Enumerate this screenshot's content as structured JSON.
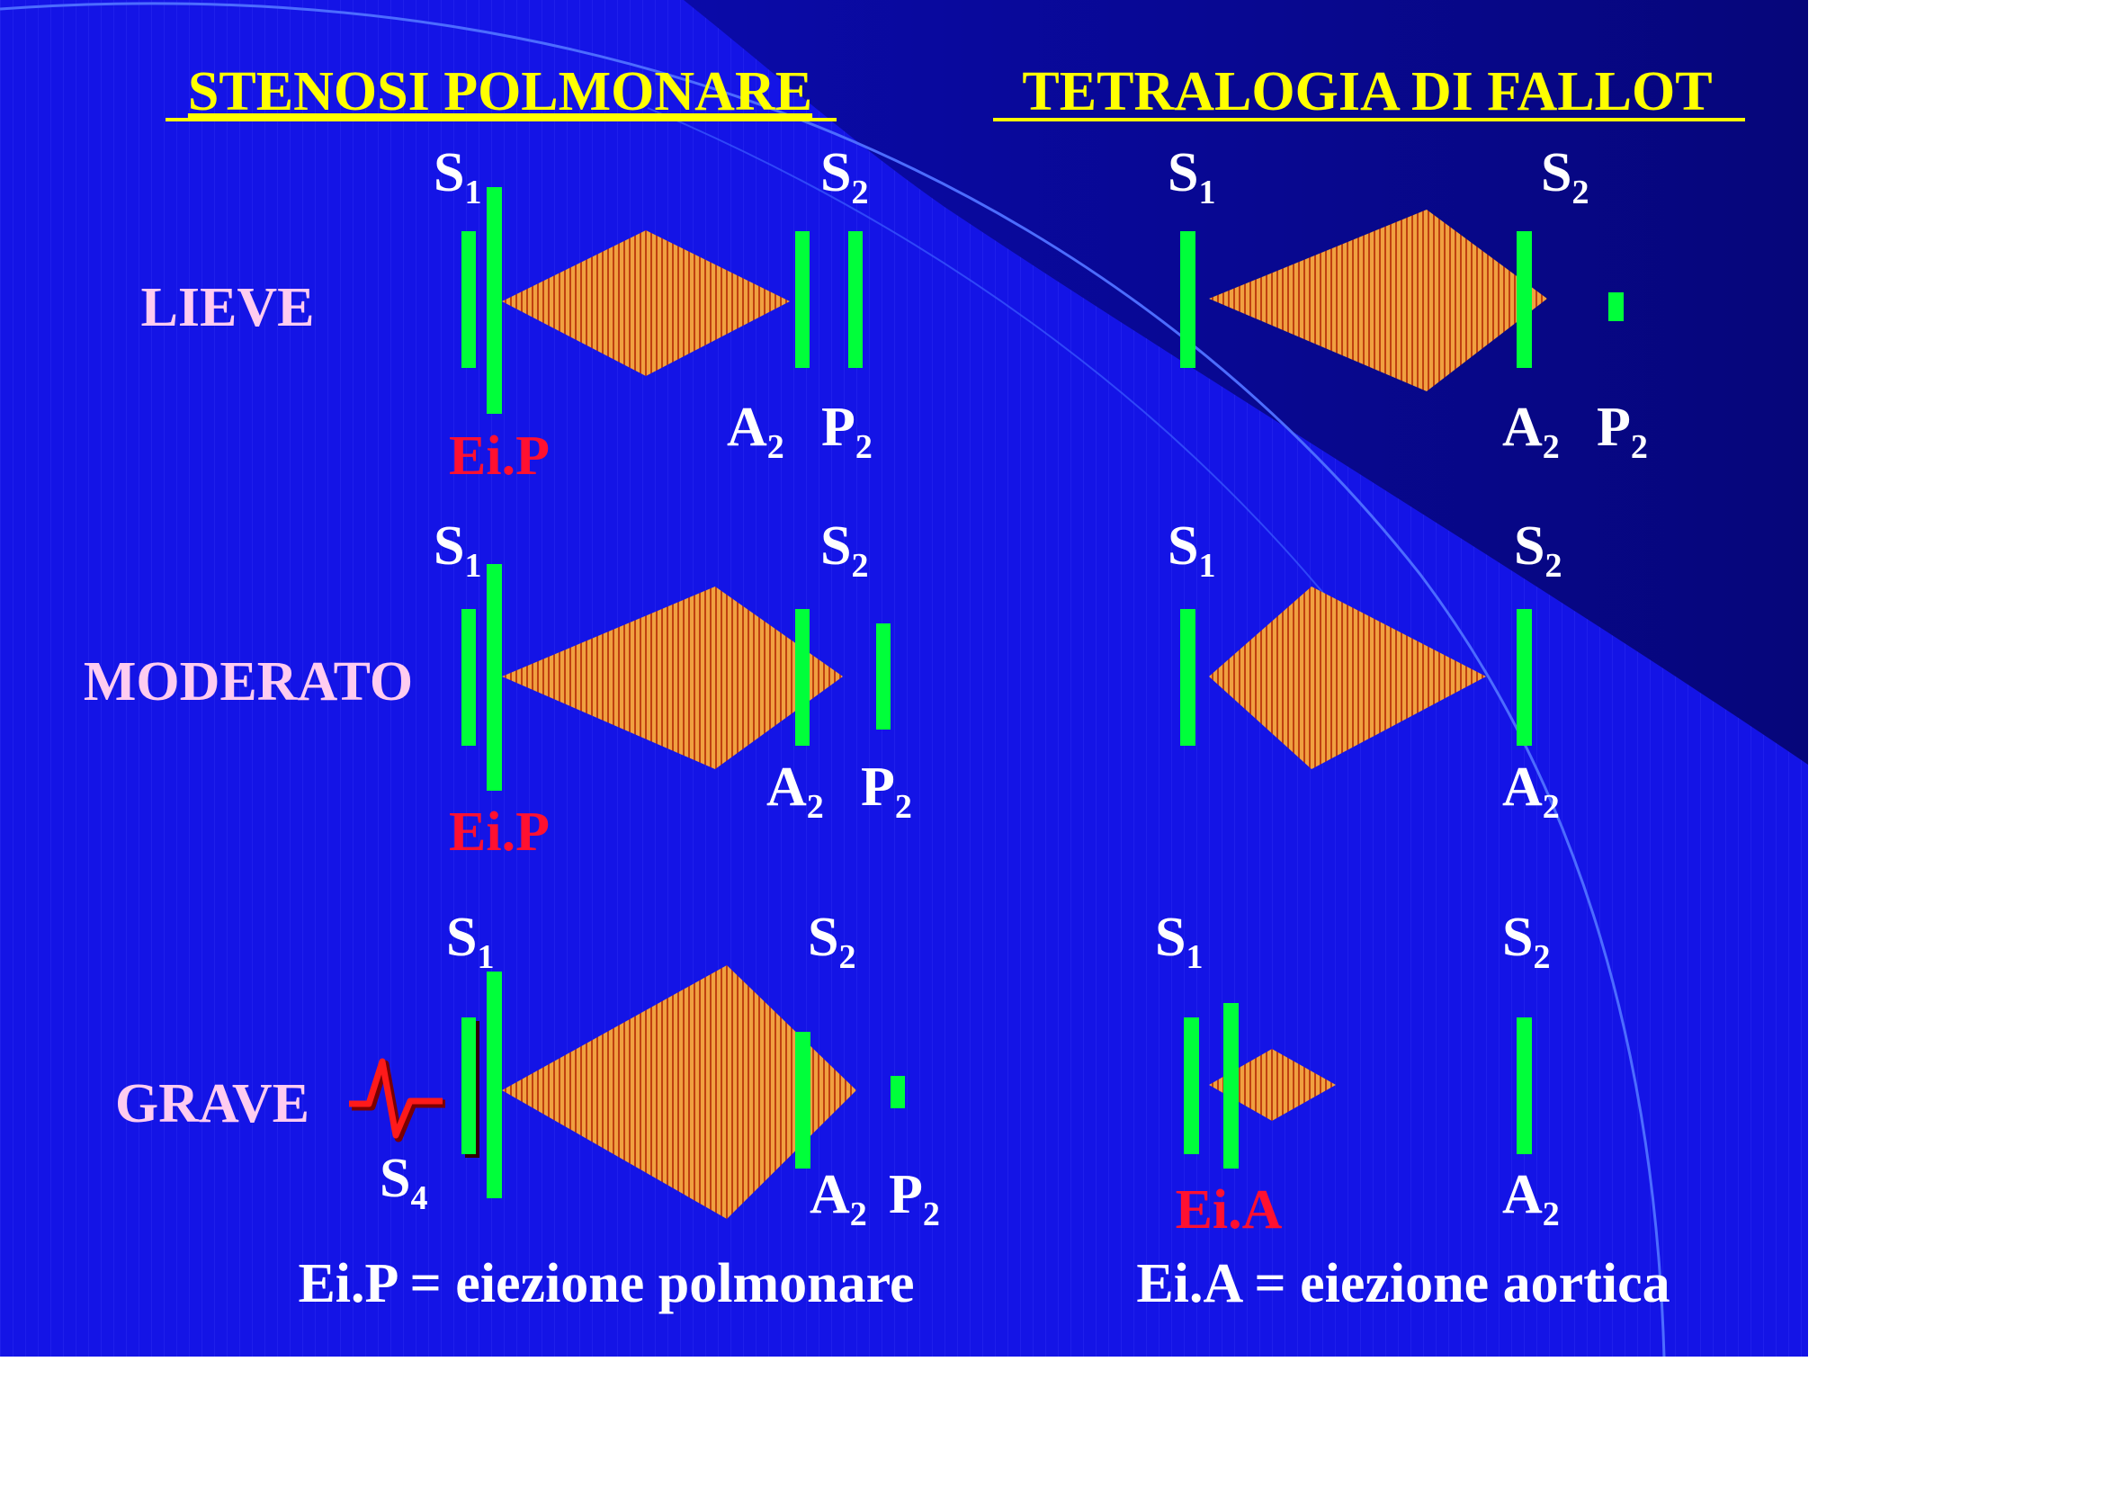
{
  "colors": {
    "background": "#1414e6",
    "background_dark": "#0a0a8a",
    "title": "#ffff00",
    "severity": "#ffccf0",
    "sound_label": "#ffffff",
    "ejection_label": "#ff1030",
    "sound_bar": "#00ff3a",
    "murmur_fill": "#f0a040",
    "murmur_stripe": "#c04010",
    "ecg_wave": "#ff1a1a"
  },
  "titles": {
    "left": "STENOSI POLMONARE",
    "right": "TETRALOGIA DI FALLOT"
  },
  "rows": [
    {
      "severity": "LIEVE",
      "left": {
        "s1": "S",
        "s1_sub": "1",
        "s2": "S",
        "s2_sub": "2",
        "a2": "A",
        "a2_sub": "2",
        "p2": "P",
        "p2_sub": "2",
        "ejection": "Ei.P"
      },
      "right": {
        "s1": "S",
        "s1_sub": "1",
        "s2": "S",
        "s2_sub": "2",
        "a2": "A",
        "a2_sub": "2",
        "p2": "P",
        "p2_sub": "2"
      }
    },
    {
      "severity": "MODERATO",
      "left": {
        "s1": "S",
        "s1_sub": "1",
        "s2": "S",
        "s2_sub": "2",
        "a2": "A",
        "a2_sub": "2",
        "p2": "P",
        "p2_sub": "2",
        "ejection": "Ei.P"
      },
      "right": {
        "s1": "S",
        "s1_sub": "1",
        "s2": "S",
        "s2_sub": "2",
        "a2": "A",
        "a2_sub": "2"
      }
    },
    {
      "severity": "GRAVE",
      "left": {
        "s1": "S",
        "s1_sub": "1",
        "s2": "S",
        "s2_sub": "2",
        "a2": "A",
        "a2_sub": "2",
        "p2": "P",
        "p2_sub": "2",
        "s4": "S",
        "s4_sub": "4"
      },
      "right": {
        "s1": "S",
        "s1_sub": "1",
        "s2": "S",
        "s2_sub": "2",
        "a2": "A",
        "a2_sub": "2",
        "ejection": "Ei.A"
      }
    }
  ],
  "legend": {
    "left": "Ei.P = eiezione polmonare",
    "right": "Ei.A = eiezione aortica"
  }
}
